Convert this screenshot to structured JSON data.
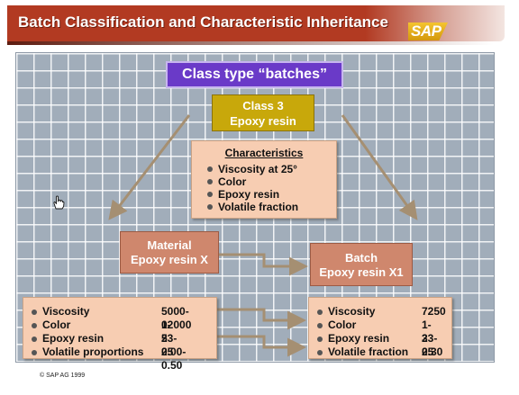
{
  "header": {
    "title": "Batch Classification and Characteristic Inheritance",
    "logo_text": "SAP"
  },
  "diagram": {
    "class_type": "Class type  “batches”",
    "class_box": {
      "line1": "Class 3",
      "line2": "Epoxy resin"
    },
    "characteristics": {
      "title": "Characteristics",
      "items": [
        "Viscosity at 25°",
        "Color",
        "Epoxy resin",
        "Volatile fraction"
      ]
    },
    "material": {
      "line1": "Material",
      "line2": "Epoxy resin X"
    },
    "batch": {
      "line1": "Batch",
      "line2": "Epoxy resin X1"
    },
    "material_properties": [
      {
        "name": "Viscosity",
        "value": "5000-12000"
      },
      {
        "name": "Color",
        "value": "0-5"
      },
      {
        "name": "Epoxy resin",
        "value": "23-25"
      },
      {
        "name": "Volatile proportions",
        "value": "0.00-0.50"
      }
    ],
    "batch_properties": [
      {
        "name": "Viscosity",
        "value": "7250"
      },
      {
        "name": "Color",
        "value": "1-3"
      },
      {
        "name": "Epoxy resin",
        "value": "23-25"
      },
      {
        "name": "Volatile fraction",
        "value": "0.30"
      }
    ]
  },
  "footer": {
    "copyright": "©  SAP AG 1999"
  },
  "colors": {
    "header_red": "#b23a22",
    "class_type_purple": "#6a3ac8",
    "class_gold": "#c8a80b",
    "peach_box": "#f7cdb2",
    "salmon_box": "#cf876d",
    "arrow_tan": "#a58f72"
  },
  "icons": {
    "cursor": "hand-pointer-icon"
  }
}
